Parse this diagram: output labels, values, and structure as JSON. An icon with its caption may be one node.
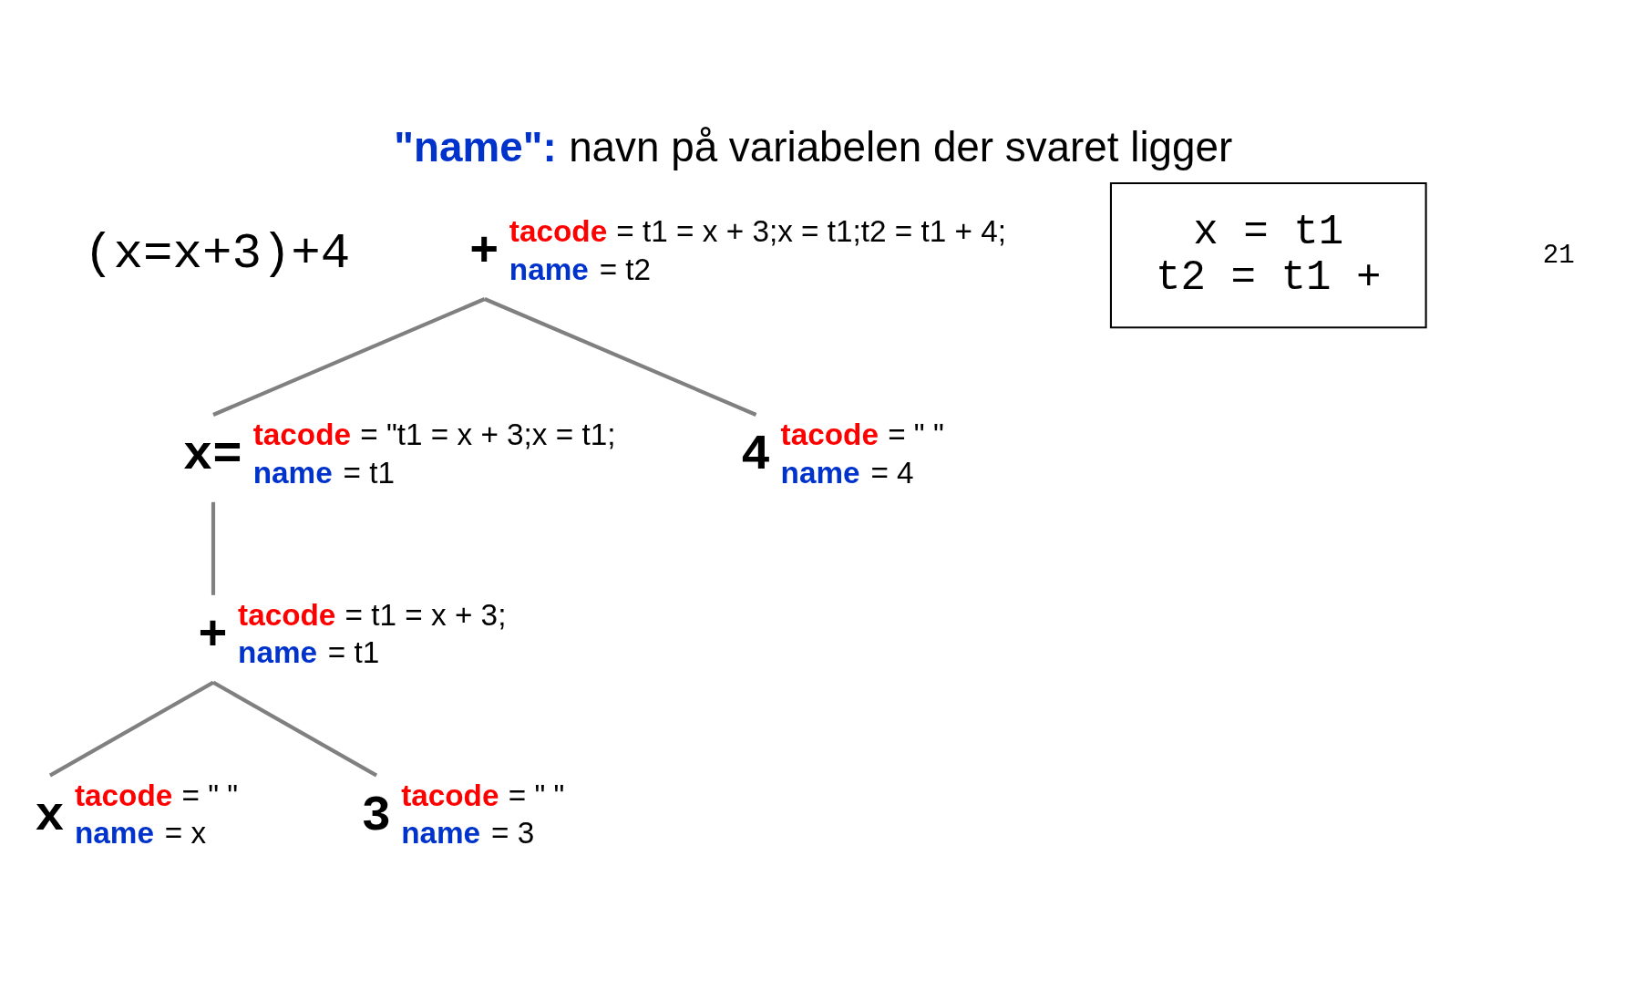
{
  "diagram": {
    "title": "\"name\": navn på variabelen der svaret ligger",
    "nodes": [
      {
        "text": [
          "+"
        ],
        "beside": [
          "tacode = t1 = x + 3;x = t1;t2 = t1 + 4;",
          "name = t2"
        ]
      },
      {
        "text": [
          "x="
        ],
        "beside": [
          "tacode = \"t1 = x + 3;x = t1;",
          "name = t1"
        ]
      },
      {
        "text": [
          "4"
        ],
        "beside": [
          "tacode = \" \"",
          "name = 4"
        ]
      },
      {
        "text": [
          "+"
        ],
        "beside": [
          "tacode = t1 = x + 3;",
          "name = t1"
        ]
      },
      {
        "text": [
          "x"
        ],
        "beside": [
          "tacode = \" \"",
          "name = x"
        ]
      },
      {
        "text": [
          "3"
        ],
        "beside": [
          "tacode = \" \"",
          "name = 3"
        ]
      },
      {
        "text": [
          "x = t1",
          "t2 = t1 +"
        ]
      }
    ],
    "edges": [
      {
        "from": 0,
        "to": 1,
        "arrow": "none"
      },
      {
        "from": 0,
        "to": 2,
        "arrow": "none"
      },
      {
        "from": 1,
        "to": 3,
        "arrow": "none"
      },
      {
        "from": 3,
        "to": 4,
        "arrow": "none"
      },
      {
        "from": 3,
        "to": 5,
        "arrow": "none"
      }
    ],
    "labels": [
      "(x=x+3)+4",
      "21"
    ]
  }
}
